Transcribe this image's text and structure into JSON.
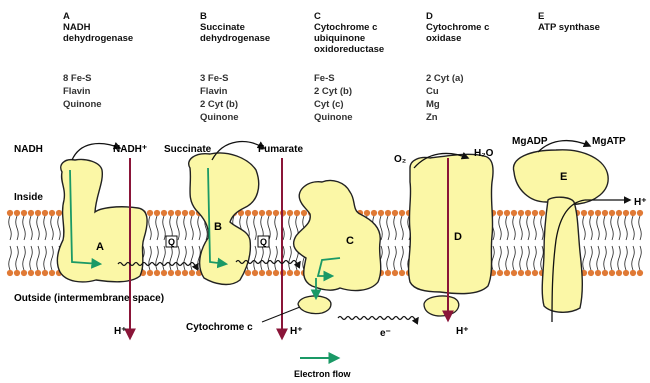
{
  "complexes": [
    {
      "letter": "A",
      "name": [
        "NADH",
        "dehydrogenase"
      ],
      "cofactors": [
        "8 Fe-S",
        "Flavin",
        "Quinone"
      ]
    },
    {
      "letter": "B",
      "name": [
        "Succinate",
        "dehydrogenase"
      ],
      "cofactors": [
        "3 Fe-S",
        "Flavin",
        "2 Cyt (b)",
        "Quinone"
      ]
    },
    {
      "letter": "C",
      "name": [
        "Cytochrome c",
        "ubiquinone",
        "oxidoreductase"
      ],
      "cofactors": [
        "Fe-S",
        "2 Cyt (b)",
        "Cyt (c)",
        "Quinone"
      ]
    },
    {
      "letter": "D",
      "name": [
        "Cytochrome c",
        "oxidase"
      ],
      "cofactors": [
        "2 Cyt (a)",
        "Cu",
        "Mg",
        "Zn"
      ]
    },
    {
      "letter": "E",
      "name": [
        "ATP synthase"
      ],
      "cofactors": []
    }
  ],
  "labels": {
    "nadh": "NADH",
    "nadh_plus": "NADH⁺",
    "succinate": "Succinate",
    "fumarate": "Fumarate",
    "o2": "O₂",
    "h2o": "H₂O",
    "mgadp": "MgADP",
    "mgatp": "MgATP",
    "inside": "Inside",
    "outside": "Outside (intermembrane space)",
    "h_plus": "H⁺",
    "cytochrome_c": "Cytochrome c",
    "electron": "e⁻",
    "quinone_mark": "Q",
    "electron_flow": "Electron flow"
  },
  "colors": {
    "protein_fill": "#fbf7a6",
    "protein_stroke": "#222222",
    "lipid_head": "#e07a36",
    "proton_arrow": "#8a1538",
    "electron_flow_arrow": "#1a9966"
  }
}
